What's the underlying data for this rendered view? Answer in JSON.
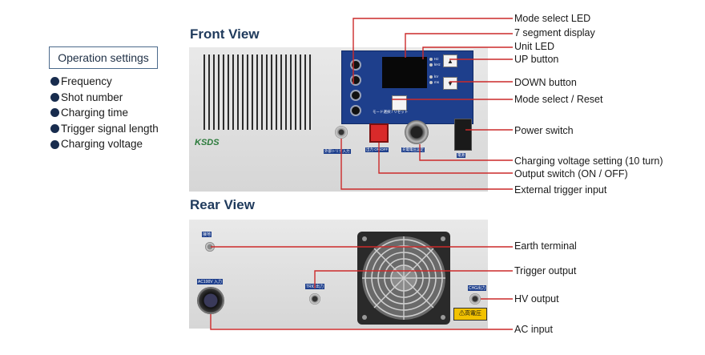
{
  "operation_settings": {
    "title": "Operation settings",
    "items": [
      "Frequency",
      "Shot number",
      "Charging time",
      "Trigger signal length",
      "Charging voltage"
    ]
  },
  "front_view": {
    "title": "Front View",
    "logo": "KSDS",
    "callouts": [
      "Mode select LED",
      "7 segment display",
      "Unit LED",
      "UP button",
      "DOWN button",
      "Mode select / Reset",
      "Power switch",
      "Charging voltage setting (10 turn)",
      "Output switch (ON / OFF)",
      "External trigger input"
    ],
    "panel_labels": {
      "trigger_in": "外部トリガ入力",
      "output": "出力 ON/OFF",
      "voltage_set": "充電電圧設定",
      "power": "電源",
      "reset": "モード選択 / リセット",
      "unit_top": "Hz",
      "unit_top2": "kHz",
      "unit_bottom": "kV",
      "unit_bottom2": "ms"
    }
  },
  "rear_view": {
    "title": "Rear View",
    "callouts": [
      "Earth terminal",
      "Trigger output",
      "HV output",
      "AC input"
    ],
    "panel_labels": {
      "earth": "接地",
      "ac_in": "AC100V 入力",
      "trig_out": "TRIG出力",
      "hv_out": "CHG出力",
      "warning": "高電圧"
    }
  },
  "colors": {
    "title": "#1f3a5c",
    "bullet": "#182c4e",
    "panel": "#1e3f8c",
    "line": "#cc2a2a",
    "warning": "#f2c200"
  }
}
